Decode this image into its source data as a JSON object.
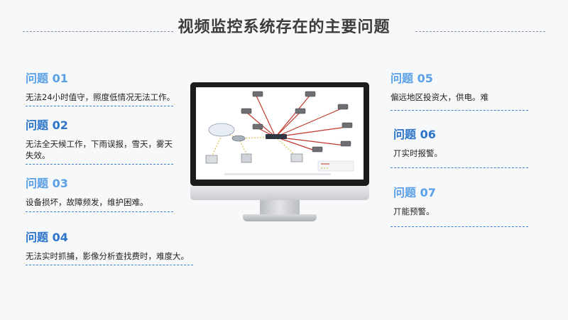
{
  "title": "视频监控系统存在的主要问题",
  "issues": [
    {
      "head": "问题 01",
      "text": "无法24小时值守，照度低情况无法工作。"
    },
    {
      "head": "问题 02",
      "text": "无法全天候工作，下雨误报，雪天，雾天失效。"
    },
    {
      "head": "问题 03",
      "text": "设备损坏，故障频发，维护困难。"
    },
    {
      "head": "问题 04",
      "text": "无法实时抓捕，影像分析查找费时，难度大。"
    },
    {
      "head": "问题 05",
      "text": "偏远地区投资大，供电。难"
    },
    {
      "head": "问题 06",
      "text": "丌实时报警。"
    },
    {
      "head": "问题 07",
      "text": "丌能预警。"
    }
  ],
  "icons": {
    "monitor": "monitor-icon",
    "camera": "camera-icon",
    "cloud": "cloud-icon",
    "computer": "computer-icon",
    "switch": "switch-icon"
  },
  "colors": {
    "heading_light": "#5aa0e6",
    "heading_dark": "#2b74c9",
    "divider": "#3e82d6",
    "camera_line": "#c0392b"
  }
}
